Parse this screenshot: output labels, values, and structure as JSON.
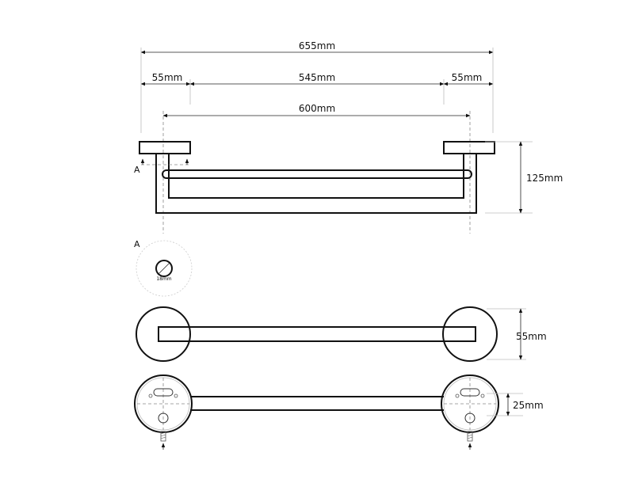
{
  "dimensions": {
    "overall_width": "655mm",
    "left_offset": "55mm",
    "bar_span": "545mm",
    "right_offset": "55mm",
    "mount_spacing": "600mm",
    "height": "125mm",
    "base_diameter": "55mm",
    "tube_width": "25mm"
  },
  "section": {
    "marker_left": "A",
    "marker_detail": "A",
    "tube_diameter": "18mm"
  },
  "colors": {
    "line": "#111111",
    "dash": "#888888",
    "faint": "#bbbbbb"
  }
}
